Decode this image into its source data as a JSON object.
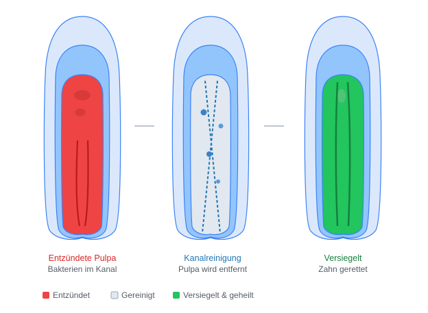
{
  "stages": [
    {
      "title": "Entzündete Pulpa",
      "subtitle": "Bakterien im Kanal",
      "title_color": "#dc2626"
    },
    {
      "title": "Kanalreinigung",
      "subtitle": "Pulpa wird entfernt",
      "title_color": "#1f76b4"
    },
    {
      "title": "Versiegelt",
      "subtitle": "Zahn gerettet",
      "title_color": "#15803d"
    }
  ],
  "legend": [
    {
      "label": "Entzündet",
      "color": "#ef4444",
      "icon": "red-square-icon"
    },
    {
      "label": "Gereinigt",
      "color": "#e2e8f0",
      "icon": "gray-square-icon"
    },
    {
      "label": "Versiegelt & geheilt",
      "color": "#22c55e",
      "icon": "green-square-icon"
    }
  ],
  "colors": {
    "tooth_outer": "#dbe8fc",
    "tooth_mid": "#93c5fd",
    "tooth_stroke": "#3b82f6",
    "inflamed": "#ef4444",
    "cleaned": "#e2e8f0",
    "sealed": "#22c55e",
    "canal_file": "#1f76b4"
  }
}
